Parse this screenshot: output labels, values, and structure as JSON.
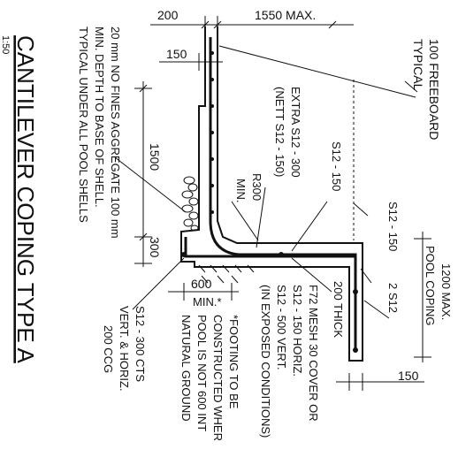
{
  "drawing": {
    "title": "CANTILEVER COPING TYPE A",
    "scale": "1:50",
    "dims": {
      "top_200": "200",
      "top_1550": "1550 MAX.",
      "top_150": "150",
      "left_1500": "1500",
      "left_300": "300",
      "mid_600": "600",
      "mid_min": "MIN.*",
      "right_1200": "1200 MAX.",
      "right_pool_coping": "POOL COPING",
      "right_150": "150"
    },
    "notes": {
      "aggregate": [
        "20 mm NO FINES AGGREGATE 100 mm",
        "MIN. DEPTH TO BASE OF SHELL.",
        "TYPICAL UNDER ALL POOL SHELLS"
      ],
      "freeboard": [
        "100 FREEBOARD",
        "TYPICAL"
      ],
      "extra_s12": [
        "EXTRA S12 - 300",
        "(NETT S12 - 150)"
      ],
      "r300": [
        "R300",
        "MIN."
      ],
      "s12_150_a": "S12 - 150",
      "s12_150_b": "S12 - 150",
      "two_s12": "2 S12",
      "s12_300_cts": [
        "S12 - 300 CTS",
        "VERT. & HORIZ.",
        "200 CCG"
      ],
      "footing": [
        "*FOOTING TO BE",
        "CONSTRUCTED WHER",
        "POOL IS NOT 600 INT",
        "NATURAL GROUND"
      ],
      "mesh": [
        "F72 MESH 30 COVER OR",
        "S12 - 150 HORIZ.",
        "S12 - 500 VERT.",
        "(IN EXPOSED CONDITIONS)"
      ],
      "thick": "200 THICK"
    }
  }
}
